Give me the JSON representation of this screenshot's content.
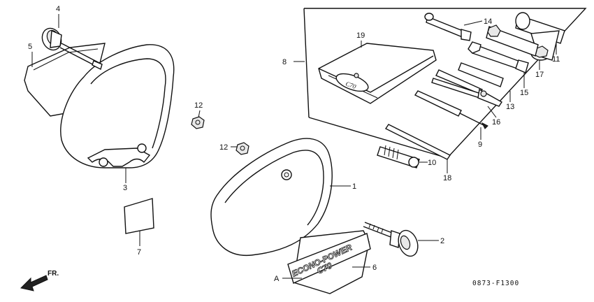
{
  "diagram": {
    "code": "0873-F1300",
    "direction_label": "FR.",
    "emblem_text": {
      "line1": "ECONO-POWER",
      "line2": "C70"
    },
    "bag_label": "C70",
    "callouts": {
      "p1": "1",
      "p2": "2",
      "p3": "3",
      "p4": "4",
      "p5": "5",
      "p6": "6",
      "p7": "7",
      "p8": "8",
      "p9": "9",
      "p10": "10",
      "p11": "11",
      "p12a": "12",
      "p12b": "12",
      "p13": "13",
      "p14": "14",
      "p15": "15",
      "p16": "16",
      "p17": "17",
      "p18": "18",
      "p19": "19",
      "pA": "A"
    }
  }
}
